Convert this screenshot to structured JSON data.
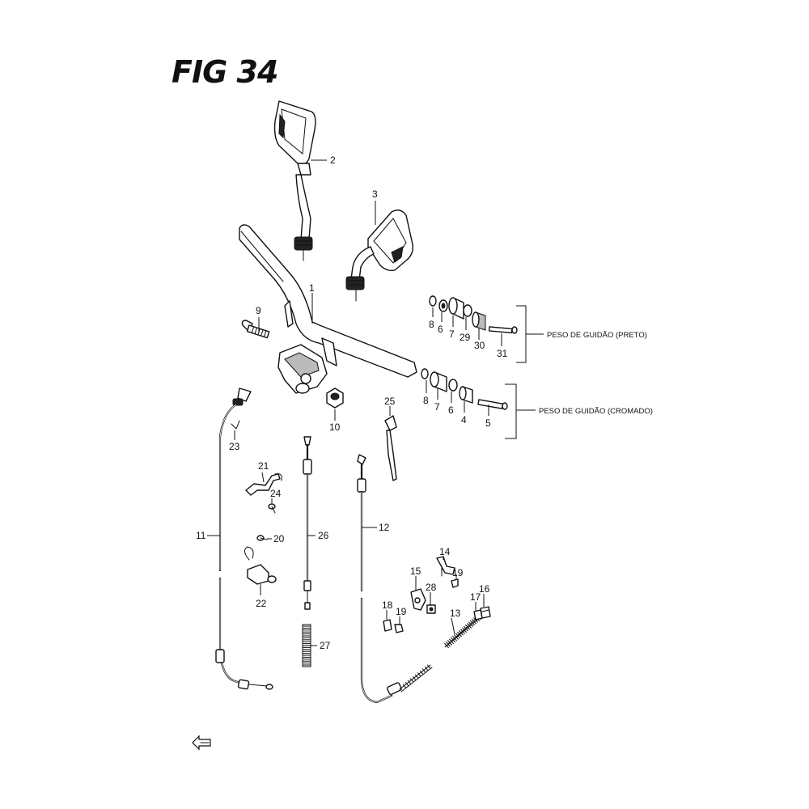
{
  "figure_title": "FIG 34",
  "groups": {
    "black_weight": "PESO DE GUIDÃO (PRETO)",
    "chrome_weight": "PESO DE GUIDÃO (CROMADO)"
  },
  "callouts": {
    "p1": "1",
    "p2": "2",
    "p3": "3",
    "p4": "4",
    "p5": "5",
    "p6a": "6",
    "p6b": "6",
    "p7a": "7",
    "p7b": "7",
    "p8a": "8",
    "p8b": "8",
    "p9": "9",
    "p10": "10",
    "p11": "11",
    "p12": "12",
    "p13": "13",
    "p14": "14",
    "p15": "15",
    "p16": "16",
    "p17": "17",
    "p18": "18",
    "p19a": "19",
    "p19b": "19",
    "p20": "20",
    "p21": "21",
    "p22": "22",
    "p23": "23",
    "p24": "24",
    "p25": "25",
    "p26": "26",
    "p27": "27",
    "p28": "28",
    "p29": "29",
    "p30": "30",
    "p31": "31"
  }
}
